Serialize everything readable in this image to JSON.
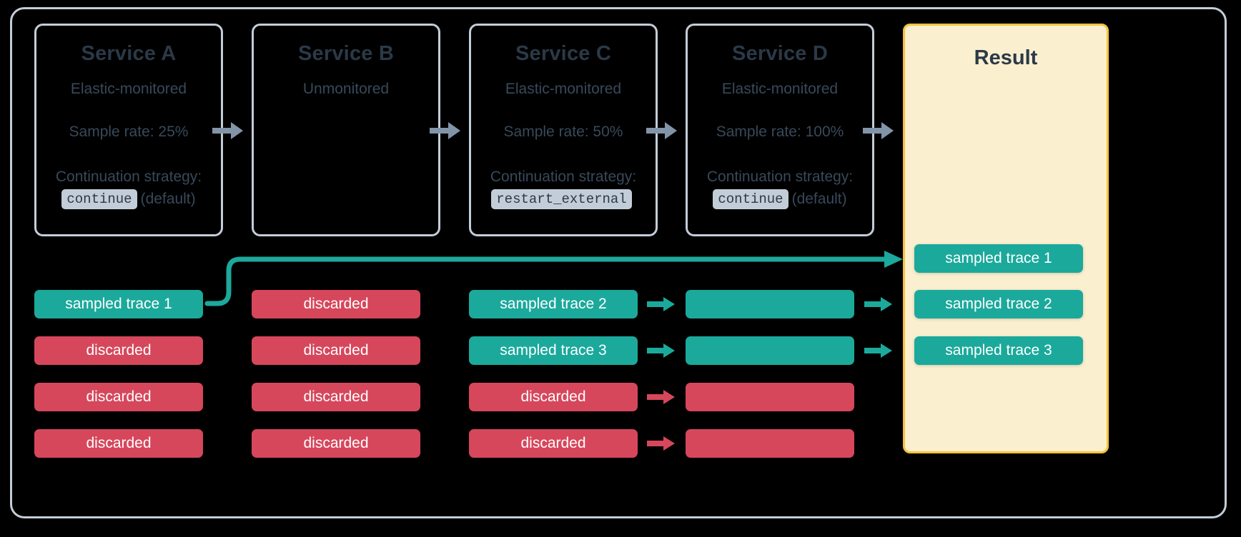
{
  "diagram": {
    "title": "Distributed tracing sample rate propagation",
    "colors": {
      "background": "#000000",
      "frame_border": "#C3CDD8",
      "service_border": "#C3CDD8",
      "text_primary": "#2B3947",
      "text_secondary": "#38495A",
      "sampled": "#1BA99C",
      "discarded": "#D6475C",
      "result_fill": "#FAEFCF",
      "result_border": "#F5C33B",
      "arrow_grey": "#8294A8",
      "code_badge_bg": "#C3CDD8"
    }
  },
  "services": [
    {
      "name": "Service A",
      "monitoring": "Elastic-monitored",
      "sample_rate": "Sample rate: 25%",
      "strategy_label": "Continuation strategy:",
      "strategy_value": "continue",
      "strategy_note": "(default)",
      "has_strategy": true
    },
    {
      "name": "Service B",
      "monitoring": "Unmonitored",
      "sample_rate": "",
      "strategy_label": "",
      "strategy_value": "",
      "strategy_note": "",
      "has_strategy": false
    },
    {
      "name": "Service C",
      "monitoring": "Elastic-monitored",
      "sample_rate": "Sample rate: 50%",
      "strategy_label": "Continuation strategy:",
      "strategy_value": "restart_external",
      "strategy_note": "",
      "has_strategy": true
    },
    {
      "name": "Service D",
      "monitoring": "Elastic-monitored",
      "sample_rate": "Sample rate: 100%",
      "strategy_label": "Continuation strategy:",
      "strategy_value": "continue",
      "strategy_note": "(default)",
      "has_strategy": true
    }
  ],
  "result": {
    "title": "Result",
    "traces": [
      {
        "label": "sampled trace 1",
        "state": "sampled"
      },
      {
        "label": "sampled trace 2",
        "state": "sampled"
      },
      {
        "label": "sampled trace 3",
        "state": "sampled"
      }
    ]
  },
  "columns": [
    {
      "service": "Service A",
      "bars": [
        {
          "label": "sampled trace 1",
          "state": "sampled"
        },
        {
          "label": "discarded",
          "state": "discarded"
        },
        {
          "label": "discarded",
          "state": "discarded"
        },
        {
          "label": "discarded",
          "state": "discarded"
        }
      ]
    },
    {
      "service": "Service B",
      "bars": [
        {
          "label": "discarded",
          "state": "discarded"
        },
        {
          "label": "discarded",
          "state": "discarded"
        },
        {
          "label": "discarded",
          "state": "discarded"
        },
        {
          "label": "discarded",
          "state": "discarded"
        }
      ]
    },
    {
      "service": "Service C",
      "bars": [
        {
          "label": "sampled trace 2",
          "state": "sampled"
        },
        {
          "label": "sampled trace 3",
          "state": "sampled"
        },
        {
          "label": "discarded",
          "state": "discarded"
        },
        {
          "label": "discarded",
          "state": "discarded"
        }
      ]
    },
    {
      "service": "Service D",
      "bars": [
        {
          "label": "",
          "state": "sampled"
        },
        {
          "label": "",
          "state": "sampled"
        },
        {
          "label": "",
          "state": "discarded"
        },
        {
          "label": "",
          "state": "discarded"
        }
      ]
    }
  ],
  "arrows": {
    "flow_icon": "arrow-right-icon",
    "between_services": 4,
    "sampled_arrow_color": "#1BA99C",
    "discarded_arrow_color": "#D6475C",
    "service_arrow_color": "#8294A8"
  }
}
